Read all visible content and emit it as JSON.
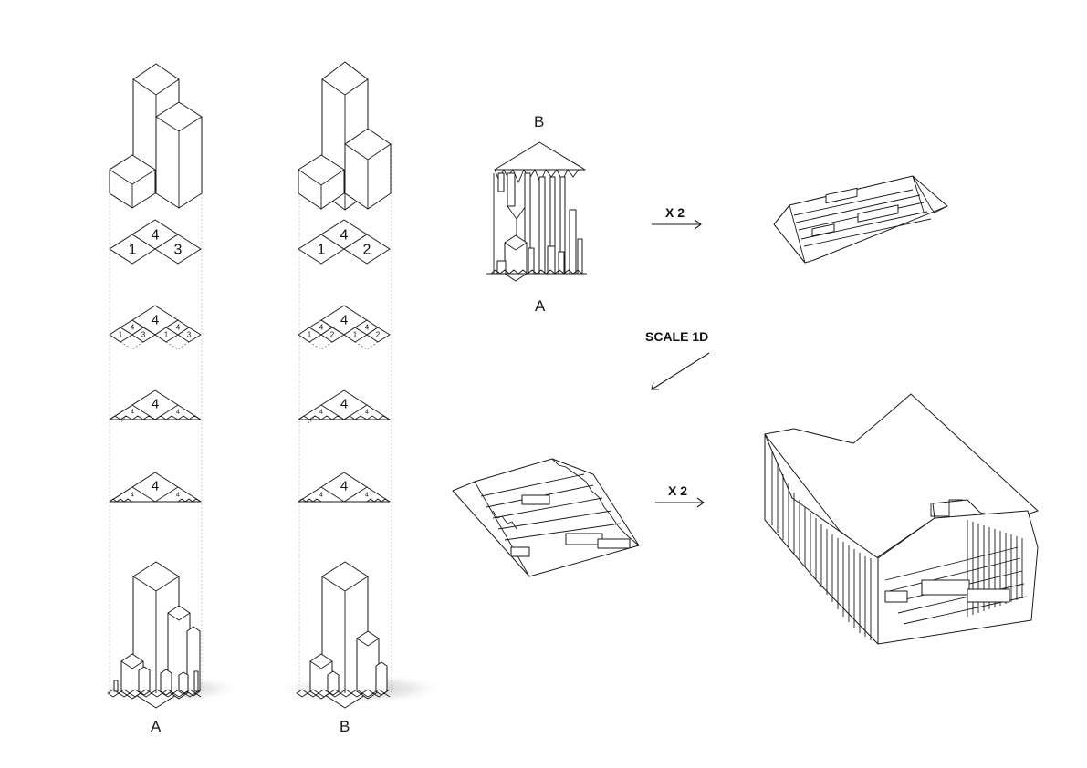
{
  "labels": {
    "column_a": "A",
    "column_b": "B",
    "tree_top": "B",
    "tree_bottom": "A",
    "op_double_1": "X 2",
    "op_double_2": "X 2",
    "op_scale": "SCALE 1D"
  },
  "tiles": {
    "column_a_level1": [
      "1",
      "4",
      "3"
    ],
    "column_b_level1": [
      "1",
      "4",
      "2"
    ],
    "column_a_level2": [
      "4",
      "1",
      "4",
      "3",
      "1",
      "4",
      "3"
    ],
    "column_b_level2": [
      "4",
      "1",
      "4",
      "2",
      "1",
      "4",
      "2"
    ],
    "center_label": "4",
    "small_label": "4"
  },
  "icons": {
    "arrow_right": "arrow-right-icon",
    "arrow_down_left": "arrow-down-left-icon"
  }
}
